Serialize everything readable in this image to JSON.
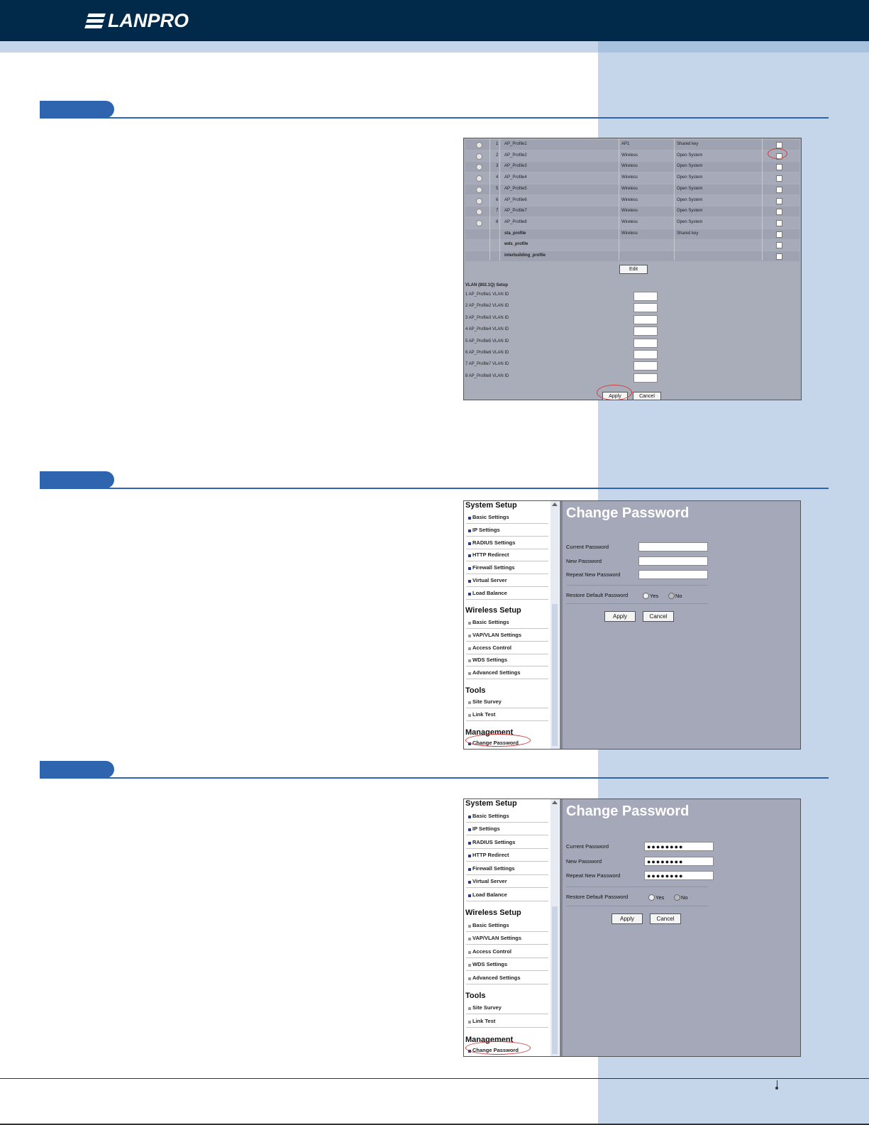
{
  "header": {
    "brand": "LANPRO"
  },
  "screenshot1": {
    "profiles": [
      {
        "num": "1",
        "name": "AP_Profile1",
        "type": "AP1",
        "auth": "Shared key"
      },
      {
        "num": "2",
        "name": "AP_Profile2",
        "type": "Wireless",
        "auth": "Open System"
      },
      {
        "num": "3",
        "name": "AP_Profile3",
        "type": "Wireless",
        "auth": "Open System"
      },
      {
        "num": "4",
        "name": "AP_Profile4",
        "type": "Wireless",
        "auth": "Open System"
      },
      {
        "num": "5",
        "name": "AP_Profile5",
        "type": "Wireless",
        "auth": "Open System"
      },
      {
        "num": "6",
        "name": "AP_Profile6",
        "type": "Wireless",
        "auth": "Open System"
      },
      {
        "num": "7",
        "name": "AP_Profile7",
        "type": "Wireless",
        "auth": "Open System"
      },
      {
        "num": "8",
        "name": "AP_Profile8",
        "type": "Wireless",
        "auth": "Open System"
      },
      {
        "num": "",
        "name": "sta_profile",
        "type": "Wireless",
        "auth": "Shared key"
      },
      {
        "num": "",
        "name": "wds_profile",
        "type": "",
        "auth": ""
      },
      {
        "num": "",
        "name": "interbuilding_profile",
        "type": "",
        "auth": ""
      }
    ],
    "edit_label": "Edit",
    "vlan_title": "VLAN (802.1Q) Setup",
    "vlan_labels": [
      "1 AP_Profile1 VLAN ID",
      "2 AP_Profile2 VLAN ID",
      "3 AP_Profile3 VLAN ID",
      "4 AP_Profile4 VLAN ID",
      "5 AP_Profile5 VLAN ID",
      "6 AP_Profile6 VLAN ID",
      "7 AP_Profile7 VLAN ID",
      "8 AP_Profile8 VLAN ID"
    ],
    "apply_label": "Apply",
    "cancel_label": "Cancel"
  },
  "nav": {
    "system_setup": "System Setup",
    "system_items": [
      "Basic Settings",
      "IP Settings",
      "RADIUS Settings",
      "HTTP Redirect",
      "Firewall Settings",
      "Virtual Server",
      "Load Balance"
    ],
    "wireless_setup": "Wireless Setup",
    "wireless_items": [
      "Basic Settings",
      "VAP/VLAN Settings",
      "Access Control",
      "WDS Settings",
      "Advanced Settings"
    ],
    "tools": "Tools",
    "tools_items": [
      "Site Survey",
      "Link Test"
    ],
    "management": "Management",
    "management_items": [
      "Change Password"
    ]
  },
  "change_password": {
    "title": "Change Password",
    "current_label": "Current Password",
    "new_label": "New Password",
    "repeat_label": "Repeat New Password",
    "restore_label": "Restore Default Password",
    "yes_label": "Yes",
    "no_label": "No",
    "apply_label": "Apply",
    "cancel_label": "Cancel",
    "filled_value": "●●●●●●●●"
  },
  "colors": {
    "header_navy": "#012a4a",
    "accent_blue": "#2f64ae",
    "side_band": "#c5d6ea"
  }
}
